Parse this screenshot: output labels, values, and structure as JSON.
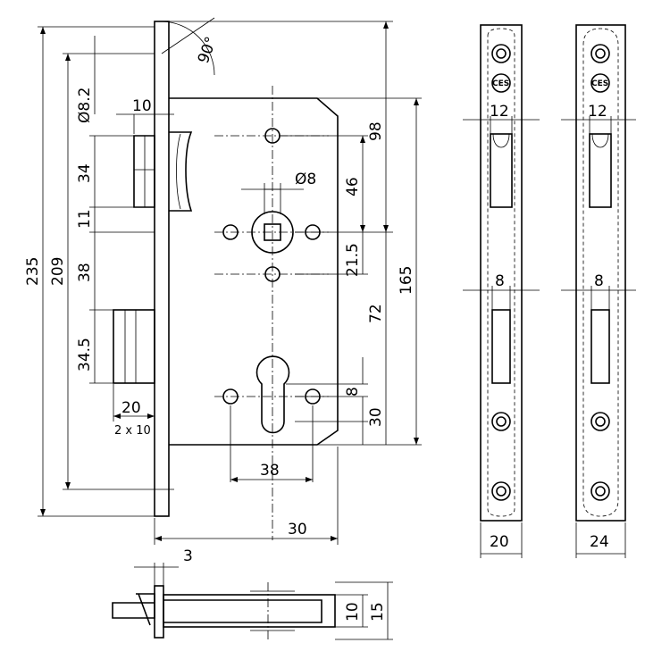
{
  "dimensions": {
    "angle": "90°",
    "dia_82": "Ø8.2",
    "d10": "10",
    "d34": "34",
    "d11": "11",
    "d38_left": "38",
    "d345": "34.5",
    "d209": "209",
    "d235": "235",
    "d20_latch": "20",
    "d2x10": "2 x 10",
    "dia_8": "Ø8",
    "d98": "98",
    "d46": "46",
    "d215": "21.5",
    "d72": "72",
    "d165": "165",
    "d8_cyl": "8",
    "d30_cyl": "30",
    "d38_bottom": "38",
    "d30_bottom": "30",
    "d3": "3",
    "d10_side": "10",
    "d15_side": "15",
    "plate1_top": "12",
    "plate1_mid": "8",
    "plate1_width": "20",
    "plate2_top": "12",
    "plate2_mid": "8",
    "plate2_width": "24"
  },
  "logos": {
    "plate1": "CES",
    "plate2": "CES"
  }
}
